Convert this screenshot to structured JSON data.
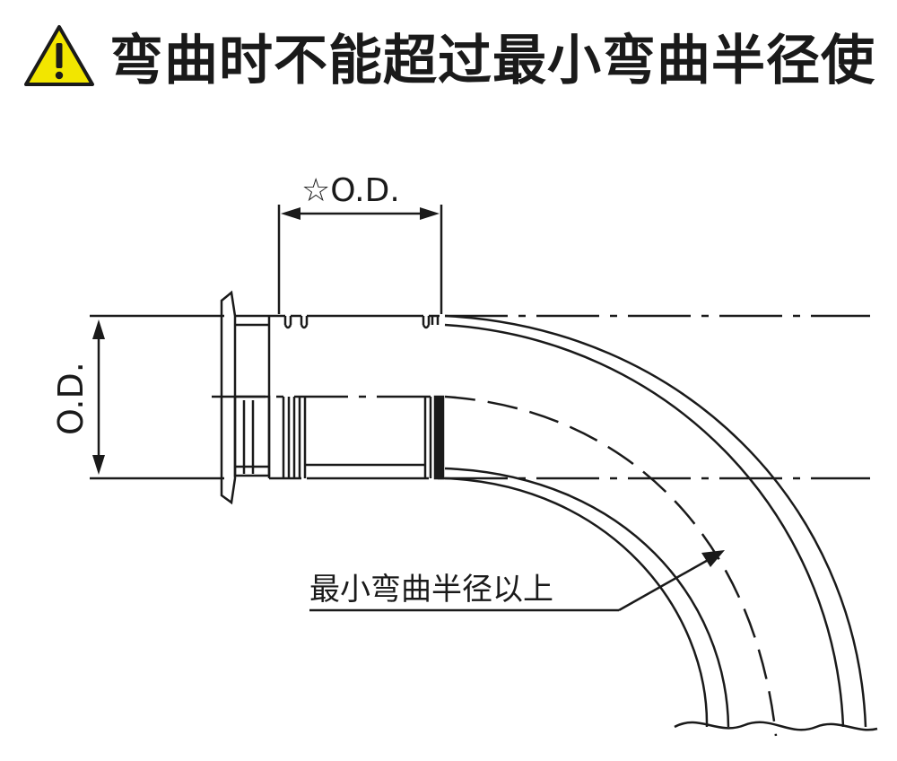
{
  "header": {
    "warning_icon": "warning-triangle-icon",
    "warning_color": "#f2e600",
    "title": "弯曲时不能超过最小弯曲半径使"
  },
  "diagram": {
    "top_dimension_label": "☆O.D.",
    "side_dimension_label": "O.D.",
    "bend_radius_label": "最小弯曲半径以上",
    "line_color": "#1a1a1a"
  }
}
